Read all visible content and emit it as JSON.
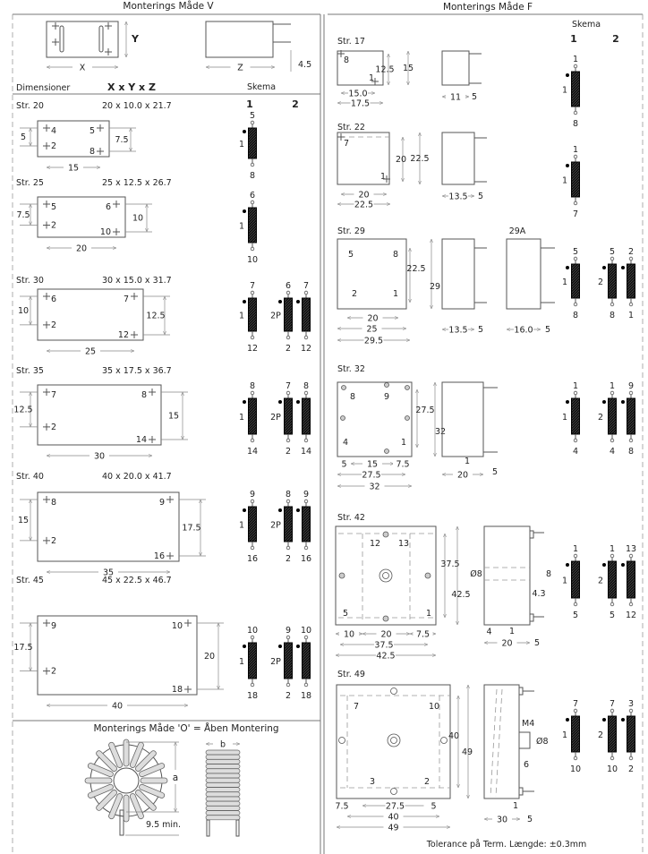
{
  "left": {
    "title": "Monterings Måde V",
    "overview": {
      "x": "X",
      "y": "Y",
      "z": "Z",
      "pin_len": "4.5"
    },
    "header": {
      "dimensions": "Dimensioner",
      "xyz": "X x Y x Z",
      "schema": "Skema",
      "col1": "1",
      "col2": "2"
    },
    "sizes": [
      {
        "name": "Str. 20",
        "dims": "20 x 10.0 x 21.7",
        "pins": [
          "4",
          "5",
          "2",
          "8"
        ],
        "measures": [
          "5",
          "7.5",
          "15"
        ],
        "schema1": {
          "label": "1",
          "top": "5",
          "bottom": "8"
        }
      },
      {
        "name": "Str. 25",
        "dims": "25 x 12.5 x 26.7",
        "pins": [
          "5",
          "6",
          "2",
          "10"
        ],
        "measures": [
          "7.5",
          "10",
          "20"
        ],
        "schema1": {
          "label": "1",
          "top": "6",
          "bottom": "10"
        }
      },
      {
        "name": "Str. 30",
        "dims": "30 x 15.0 x 31.7",
        "pins": [
          "6",
          "7",
          "2",
          "12"
        ],
        "measures": [
          "10",
          "12.5",
          "25"
        ],
        "schema1": {
          "label": "1",
          "top": "7",
          "bottom": "12"
        },
        "schema2": {
          "label": "2P",
          "top": [
            "6",
            "7"
          ],
          "bottom": [
            "2",
            "12"
          ]
        }
      },
      {
        "name": "Str. 35",
        "dims": "35 x 17.5 x 36.7",
        "pins": [
          "7",
          "8",
          "2",
          "14"
        ],
        "measures": [
          "12.5",
          "15",
          "30"
        ],
        "schema1": {
          "label": "1",
          "top": "8",
          "bottom": "14"
        },
        "schema2": {
          "label": "2P",
          "top": [
            "7",
            "8"
          ],
          "bottom": [
            "2",
            "14"
          ]
        }
      },
      {
        "name": "Str. 40",
        "dims": "40 x 20.0 x 41.7",
        "pins": [
          "8",
          "9",
          "2",
          "16"
        ],
        "measures": [
          "15",
          "17.5",
          "35"
        ],
        "schema1": {
          "label": "1",
          "top": "9",
          "bottom": "16"
        },
        "schema2": {
          "label": "2P",
          "top": [
            "8",
            "9"
          ],
          "bottom": [
            "2",
            "16"
          ]
        }
      },
      {
        "name": "Str. 45",
        "dims": "45 x 22.5 x 46.7",
        "pins": [
          "9",
          "10",
          "2",
          "18"
        ],
        "measures": [
          "17.5",
          "20",
          "40"
        ],
        "schema1": {
          "label": "1",
          "top": "10",
          "bottom": "18"
        },
        "schema2": {
          "label": "2P",
          "top": [
            "9",
            "10"
          ],
          "bottom": [
            "2",
            "18"
          ]
        }
      }
    ]
  },
  "open": {
    "title": "Monterings Måde 'O' = Åben Montering",
    "a": "a",
    "b": "b",
    "lead": "9.5 min."
  },
  "right": {
    "title": "Monterings Måde F",
    "schema": "Skema",
    "col1": "1",
    "col2": "2",
    "variant": "29A",
    "sizes": [
      {
        "name": "Str. 17",
        "pins": [
          "8",
          "1"
        ],
        "measures": [
          "12.5",
          "15",
          "15.0",
          "17.5",
          "11",
          "5"
        ],
        "schema1": {
          "label": "1",
          "top": "1",
          "bottom": "8"
        }
      },
      {
        "name": "Str. 22",
        "pins": [
          "7",
          "1"
        ],
        "measures": [
          "20",
          "22.5",
          "20",
          "22.5",
          "13.5",
          "5"
        ],
        "schema1": {
          "label": "1",
          "top": "1",
          "bottom": "7"
        }
      },
      {
        "name": "Str. 29",
        "pins": [
          "5",
          "8",
          "2",
          "1"
        ],
        "measures": [
          "22.5",
          "29",
          "20",
          "25",
          "29.5",
          "13.5",
          "5",
          "16.0",
          "5"
        ],
        "schema1": {
          "label": "1",
          "top": "5",
          "bottom": "8"
        },
        "schema2": {
          "label": "2",
          "top": [
            "5",
            "2"
          ],
          "bottom": [
            "8",
            "1"
          ]
        }
      },
      {
        "name": "Str. 32",
        "pins": [
          "8",
          "9",
          "4",
          "1"
        ],
        "measures": [
          "27.5",
          "32",
          "5",
          "15",
          "7.5",
          "27.5",
          "32",
          "1",
          "20",
          "5"
        ],
        "schema1": {
          "label": "1",
          "top": "1",
          "bottom": "4"
        },
        "schema2": {
          "label": "2",
          "top": [
            "1",
            "9"
          ],
          "bottom": [
            "4",
            "8"
          ]
        }
      },
      {
        "name": "Str. 42",
        "pins": [
          "12",
          "13",
          "5",
          "1"
        ],
        "measures": [
          "37.5",
          "42.5",
          "10",
          "20",
          "7.5",
          "37.5",
          "42.5",
          "Ø8",
          "8",
          "4.3",
          "4",
          "1",
          "20",
          "5"
        ],
        "schema1": {
          "label": "1",
          "top": "1",
          "bottom": "5"
        },
        "schema2": {
          "label": "2",
          "top": [
            "1",
            "13"
          ],
          "bottom": [
            "5",
            "12"
          ]
        }
      },
      {
        "name": "Str. 49",
        "pins": [
          "7",
          "10",
          "3",
          "2"
        ],
        "measures": [
          "40",
          "49",
          "7.5",
          "27.5",
          "5",
          "40",
          "49",
          "M4",
          "Ø8",
          "6",
          "1",
          "30",
          "5"
        ],
        "schema1": {
          "label": "1",
          "top": "7",
          "bottom": "10"
        },
        "schema2": {
          "label": "2",
          "top": [
            "7",
            "3"
          ],
          "bottom": [
            "10",
            "2"
          ]
        }
      }
    ]
  },
  "tolerance": "Tolerance på Term. Længde: ±0.3mm"
}
